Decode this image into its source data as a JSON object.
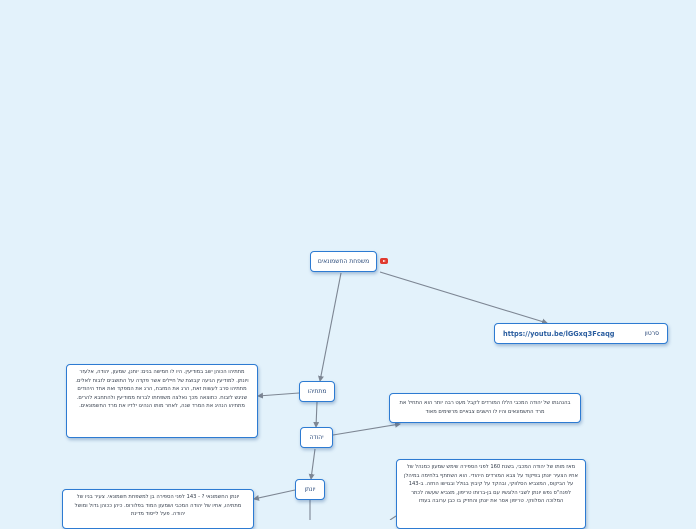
{
  "nodes": {
    "root": "משפחת החשמונאים",
    "mattathias": "מתתיהו",
    "judah": "יהודה",
    "jonathan": "יונתן",
    "link": {
      "label": "סרטון",
      "url": "https://youtu.be/lGGxq3Fcaqg"
    }
  },
  "notes": {
    "mattathias_note": "מתתיהו הכוהן ישב במודיעין. היו לו חמישה בנים: יוחנן, שמעון, יהודה, אלעזר ויונתן. למודיעין הגיעה קבוצת של חיילים אשר פקדה על התושבים לזבוח לאלים. מתתיהו סרב לעשות זאת, הרג את המזבח, הרג את המפקד ואת אחד היהודים שניגש לזבוח. כתוצאה מכך נאלצה משפחתו לברוח ממודיעין ולהתחבא להרים. מתתיהו הנהיג את המרד שנה, לאחר מותו הנהיגו ילדיו את מרד החשמונאים.",
    "judah_note": "בהנהגתו של יהודה המכבי הללו המורדים לקבל מעט רבה יותר הוא התחיל את מרד החשמונאים והיו לו הישגים צבאיים מרשימים מאוד",
    "jonathan_note": "יונתן החשמונאי ? - 143 לפני הספירה בן למשפחת חשמונאי. צעיר בניו של מתתיהו, אחיו של יהודה המכבי ושמעון המוד בפלורוס. כיהן ככוהן גדול ומושל יהודה. פעל לייסוד מדינת",
    "judah_death_note": "מאז מותו של יהודה המכבי, בשנת 160 לפני הספירה שימש שמעון כמנהל של אחיו הצעיר יונתן בפיקוד על צבא המורדים היהודי. הוא השתתף בלחימה במיהלן על הביקוס, המצביא הסלווקי, ובהקד על קיבוץ בגולל ובגוישו החזה. ב-143 לפנה\"ס נפש יונתן לשבי הלוגשיו עם בן-ברותו טריפון, מצביא שעשה לכתר המלוכה הסלווקי. טריפון אסר את יונתן והחזיק בו כבן ערובה בעודו"
  }
}
